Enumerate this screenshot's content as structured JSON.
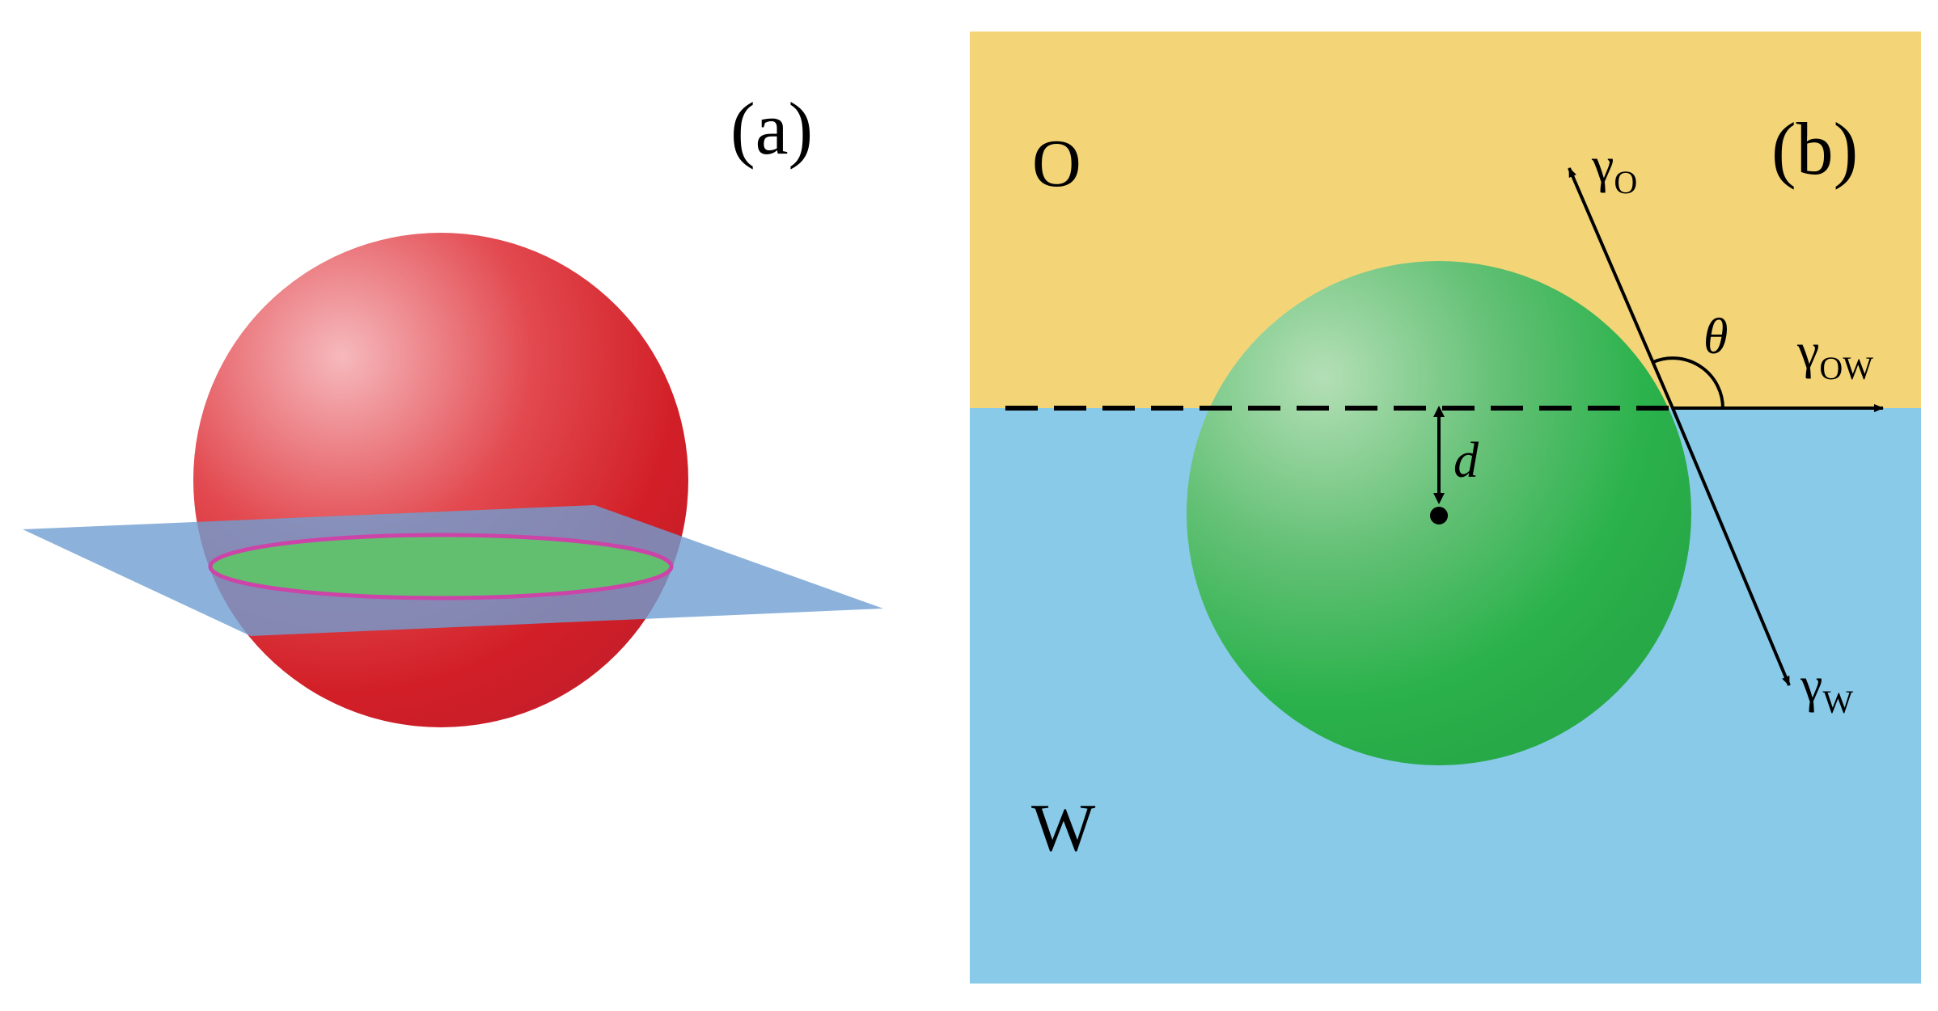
{
  "panel_a": {
    "label": "(a)",
    "colors": {
      "sphere": "#d42128",
      "plane": "#6f9fd2",
      "section": "#62bf70",
      "section_outline": "#cc44a8"
    }
  },
  "panel_b": {
    "label": "(b)",
    "regions": {
      "oil": "O",
      "water": "W"
    },
    "symbols": {
      "gamma_o": {
        "base": "γ",
        "sub": "O"
      },
      "gamma_w": {
        "base": "γ",
        "sub": "W"
      },
      "gamma_ow": {
        "base": "γ",
        "sub": "OW"
      },
      "theta": "θ",
      "d": "d"
    },
    "colors": {
      "oil": "#f3d578",
      "water": "#88cae8",
      "particle": "#2bb24c"
    }
  }
}
